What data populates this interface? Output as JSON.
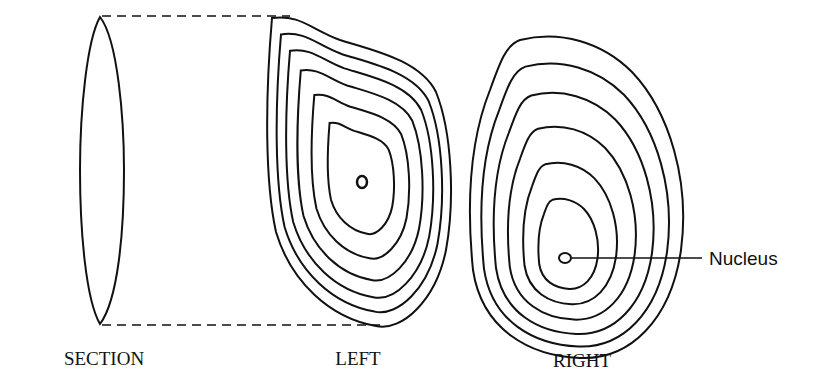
{
  "diagram": {
    "labels": [
      "SECTION",
      "LEFT",
      "RIGHT",
      "Nucleus"
    ]
  }
}
